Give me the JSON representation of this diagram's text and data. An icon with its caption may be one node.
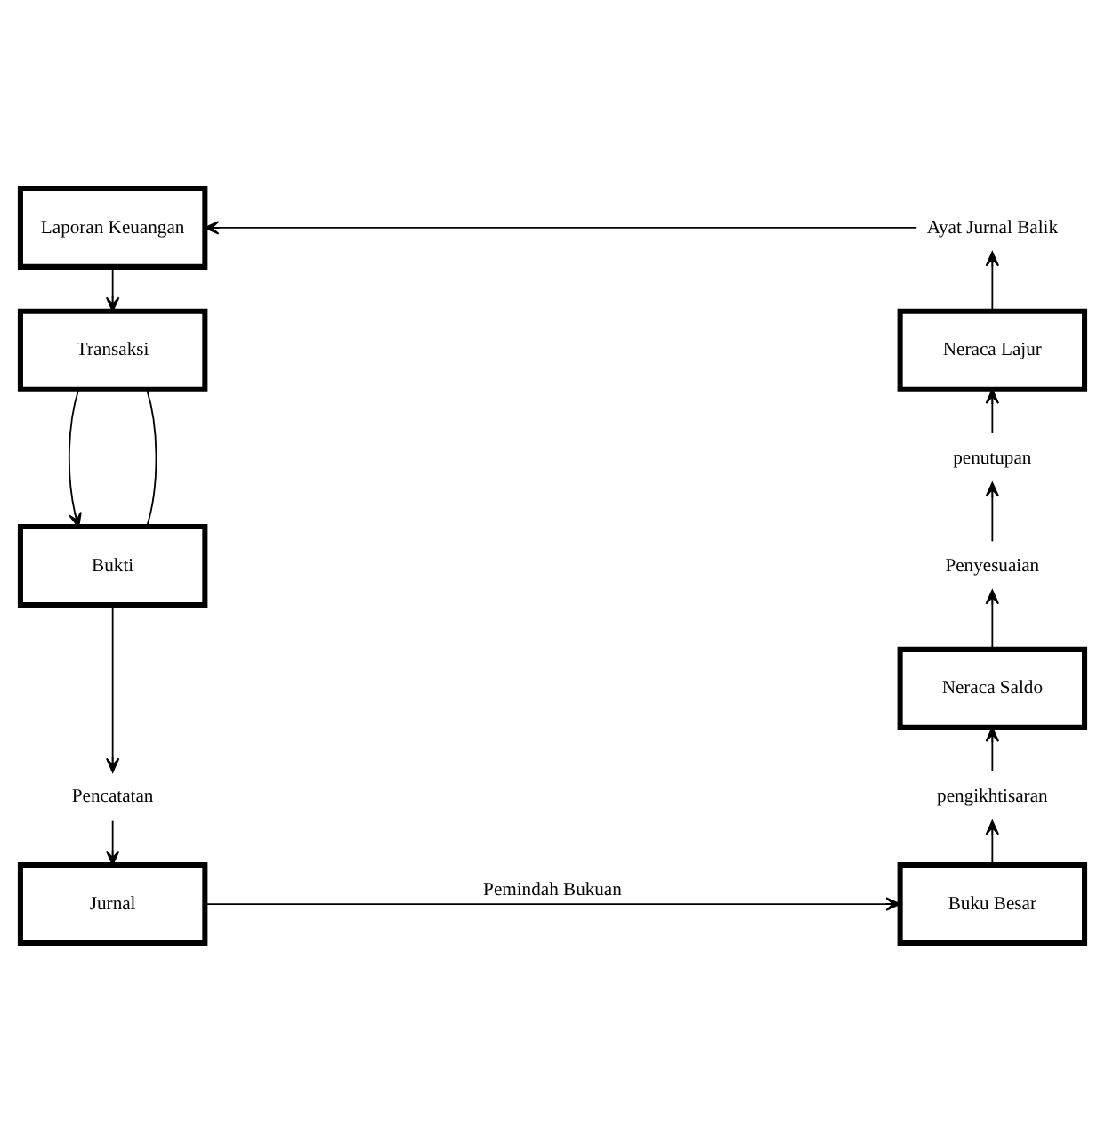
{
  "diagram": {
    "nodes": [
      {
        "text": [
          "Laporan Keuangan"
        ]
      },
      {
        "text": [
          "Transaksi"
        ]
      },
      {
        "text": [
          "Bukti"
        ]
      },
      {
        "text": [
          "Pencatatan"
        ]
      },
      {
        "text": [
          "Jurnal"
        ]
      },
      {
        "text": [
          "Buku Besar"
        ]
      },
      {
        "text": [
          "pengikhtisaran"
        ]
      },
      {
        "text": [
          "Neraca Saldo"
        ]
      },
      {
        "text": [
          "Penyesuaian"
        ]
      },
      {
        "text": [
          "penutupan"
        ]
      },
      {
        "text": [
          "Neraca Lajur"
        ]
      },
      {
        "text": [
          "Ayat Jurnal Balik"
        ]
      }
    ],
    "edges": [
      {
        "from": 0,
        "to": 1,
        "arrow": "to"
      },
      {
        "from": 1,
        "to": 2,
        "arrow": "to"
      },
      {
        "from": 1,
        "to": 2,
        "arrow": "none"
      },
      {
        "from": 2,
        "to": 3,
        "arrow": "to"
      },
      {
        "from": 3,
        "to": 4,
        "arrow": "to"
      },
      {
        "from": 4,
        "to": 5,
        "arrow": "to",
        "label": "Pemindah Bukuan"
      },
      {
        "from": 5,
        "to": 6,
        "arrow": "to"
      },
      {
        "from": 6,
        "to": 7,
        "arrow": "to"
      },
      {
        "from": 7,
        "to": 8,
        "arrow": "to"
      },
      {
        "from": 8,
        "to": 9,
        "arrow": "to"
      },
      {
        "from": 9,
        "to": 10,
        "arrow": "to"
      },
      {
        "from": 10,
        "to": 11,
        "arrow": "to"
      },
      {
        "from": 11,
        "to": 0,
        "arrow": "to"
      }
    ]
  }
}
